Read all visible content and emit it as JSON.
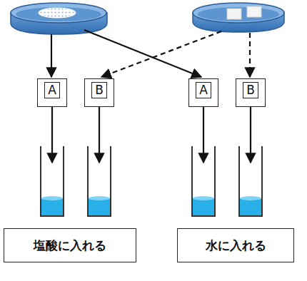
{
  "diagram": {
    "nodes": [
      {
        "text": [
          "A"
        ]
      },
      {
        "text": [
          "B"
        ]
      },
      {
        "text": [
          "A"
        ]
      },
      {
        "text": [
          "B"
        ]
      },
      {
        "text": [
          "塩酸に入れる"
        ]
      },
      {
        "text": [
          "水に入れる"
        ]
      }
    ]
  }
}
